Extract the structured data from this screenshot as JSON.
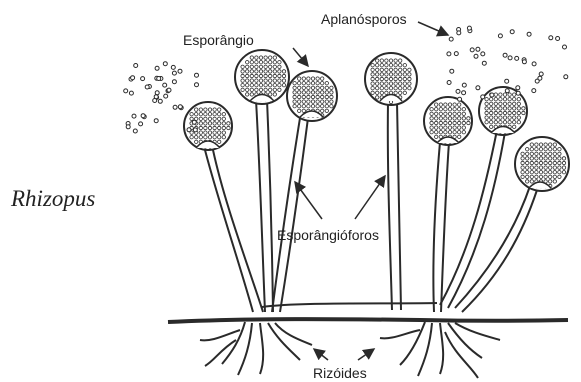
{
  "genus_label": "Rhizopus",
  "labels": {
    "sporangium": "Esporângio",
    "aplanospores": "Aplanósporos",
    "sporangiophores": "Esporângióforos",
    "rhizoids": "Rizóides"
  },
  "colors": {
    "ink": "#2a2a2a",
    "background": "#ffffff",
    "spore_fill": "#ffffff"
  }
}
